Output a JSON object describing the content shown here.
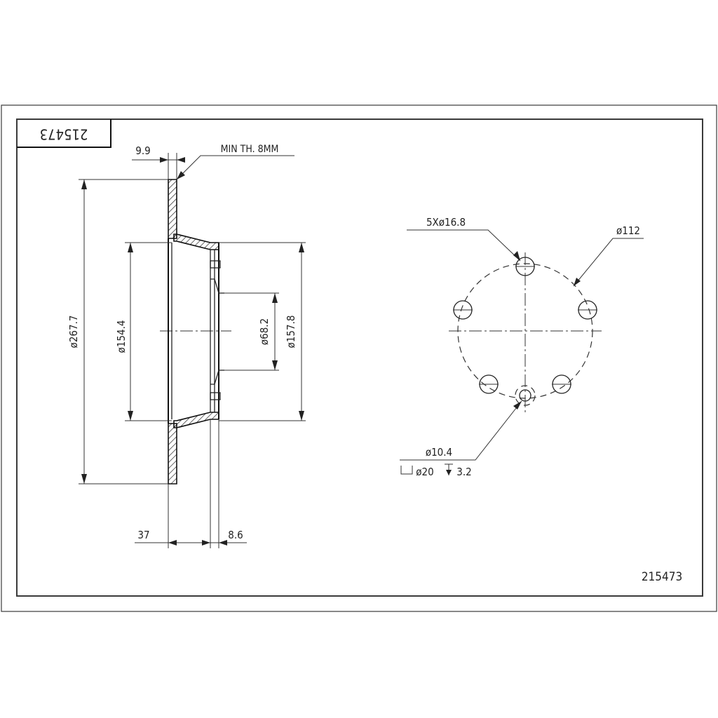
{
  "part_number": "215473",
  "part_number_mirrored": "215473",
  "side_view": {
    "flange_thickness_label": "9.9",
    "min_thickness_label": "MIN TH. 8MM",
    "outer_diameter_label": "ø267.7",
    "inner_diameter_label": "ø154.4",
    "center_bore_label": "ø68.2",
    "hat_diameter_label": "ø157.8",
    "offset_label": "37",
    "hub_thickness_label": "8.6"
  },
  "front_view": {
    "bolt_holes_label": "5Xø16.8",
    "pitch_circle_label": "ø112",
    "small_hole_label": "ø10.4",
    "counterbore_label": "ø20",
    "counterbore_depth_label": "3.2"
  }
}
